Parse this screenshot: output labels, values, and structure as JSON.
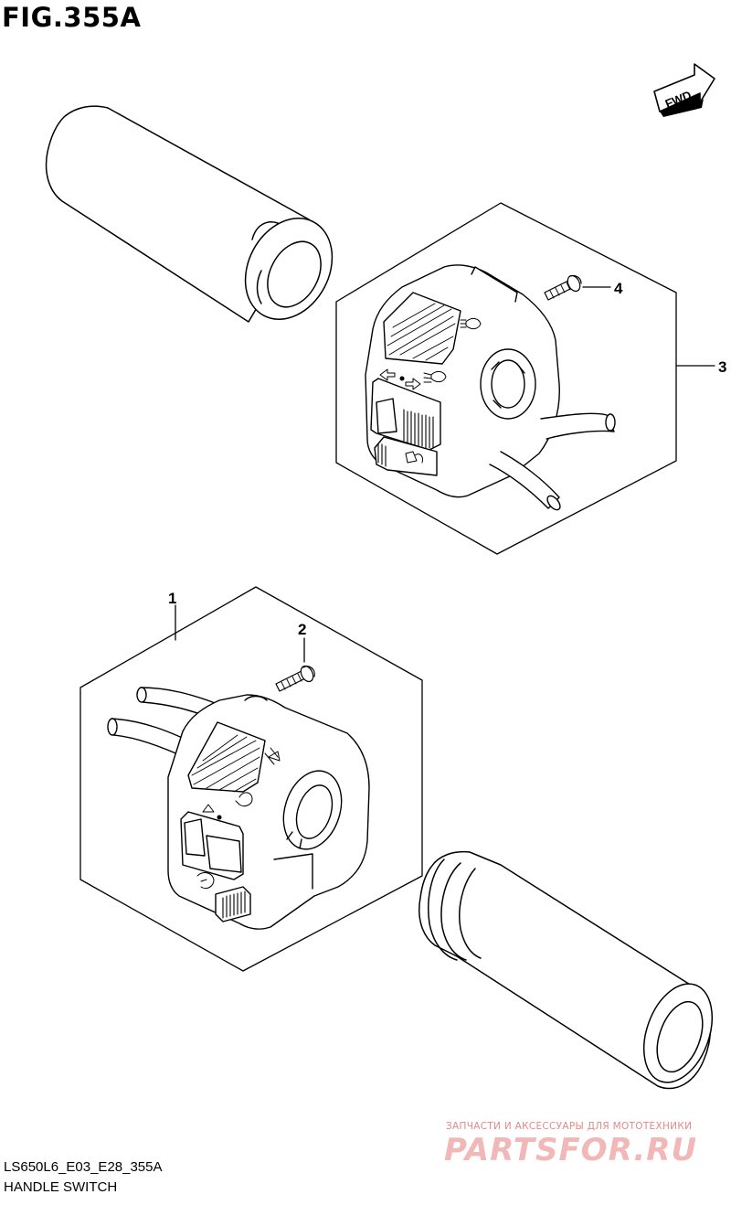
{
  "figure_title": "FIG.355A",
  "fwd_label": "FWD",
  "callouts": [
    {
      "id": "1",
      "label": "1"
    },
    {
      "id": "2",
      "label": "2"
    },
    {
      "id": "3",
      "label": "3"
    },
    {
      "id": "4",
      "label": "4"
    }
  ],
  "footer": {
    "code": "LS650L6_E03_E28_355A",
    "caption": "HANDLE SWITCH"
  },
  "watermark": {
    "tagline": "ЗАПЧАСТИ И АКСЕССУАРЫ ДЛЯ МОТОТЕХНИКИ",
    "logo": "PARTSFOR.RU"
  }
}
